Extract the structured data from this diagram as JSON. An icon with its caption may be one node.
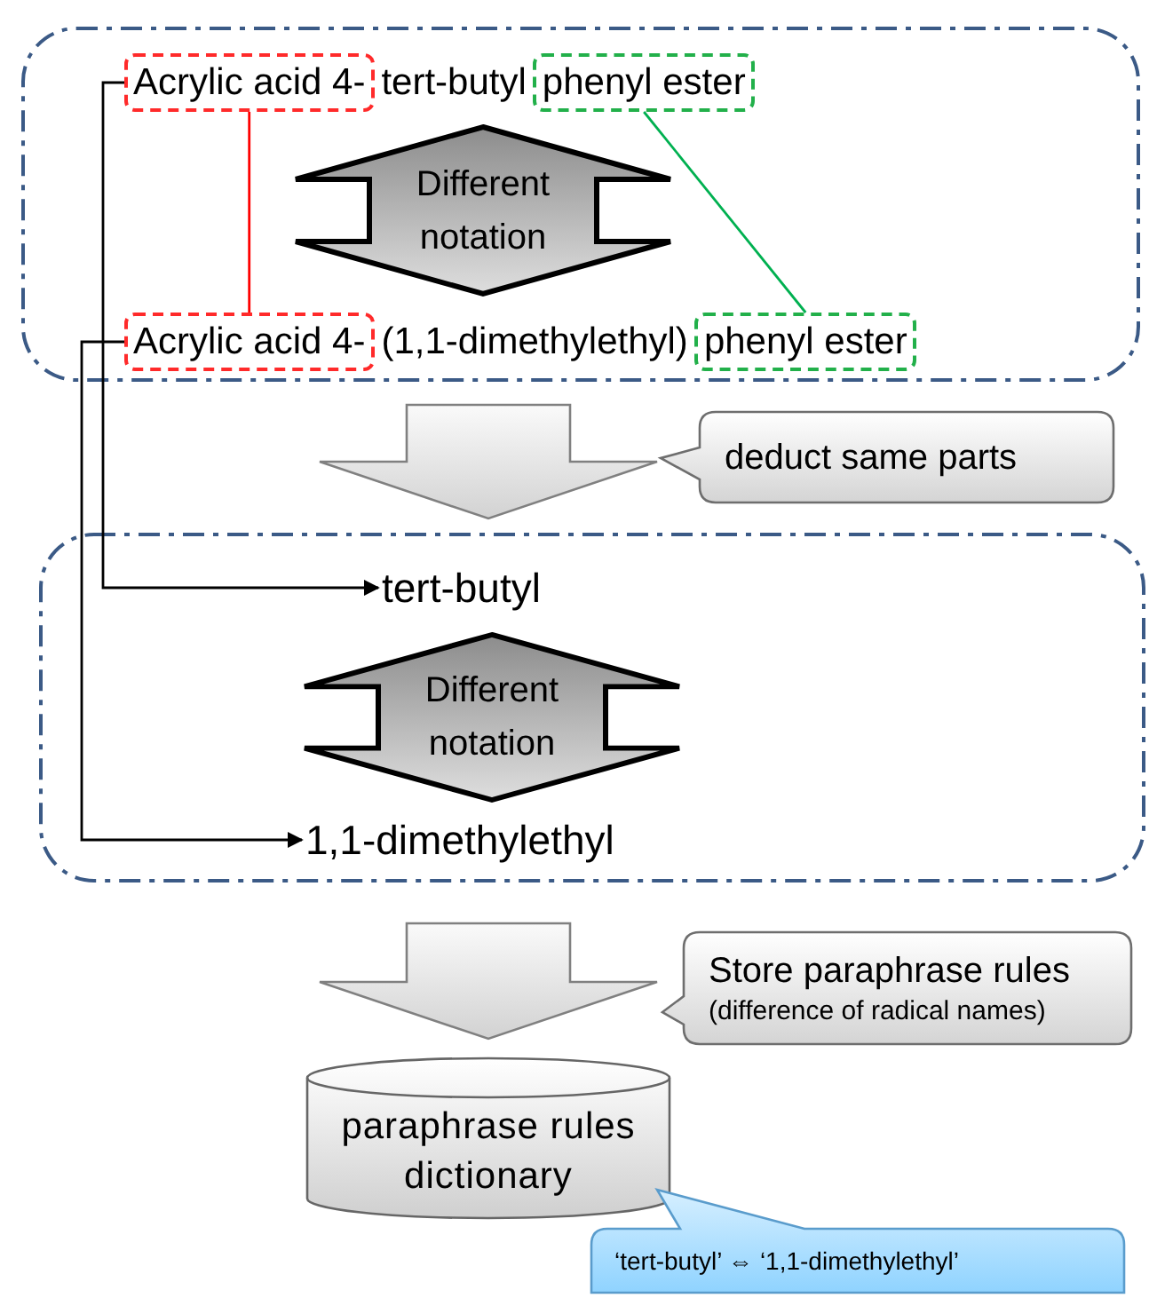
{
  "diagram": {
    "nodes": [
      {
        "text": [],
        "shape": "box"
      },
      {
        "text": [
          "Acrylic acid 4-"
        ],
        "in": 0
      },
      {
        "text": [
          "phenyl ester"
        ],
        "in": 0
      },
      {
        "text": [
          "Different notation"
        ],
        "in": 0
      },
      {
        "text": [
          "Acrylic acid 4-"
        ],
        "in": 0
      },
      {
        "text": [
          "phenyl ester"
        ],
        "in": 0
      },
      {
        "text": [
          "deduct same parts"
        ]
      },
      {
        "text": [],
        "shape": "box"
      },
      {
        "text": [
          "tert-butyl"
        ],
        "in": 7
      },
      {
        "text": [
          "Different notation"
        ],
        "in": 7
      },
      {
        "text": [
          "1,1-dimethylethyl"
        ],
        "in": 7
      },
      {
        "text": [
          "Store paraphrase rules",
          "(difference of radical names)"
        ]
      },
      {
        "text": [
          "paraphrase rules dictionary"
        ]
      },
      {
        "text": [
          "‘tert-butyl’ ⇔ ‘1,1-dimethylethyl’"
        ]
      }
    ],
    "edges": [
      {
        "from": 1,
        "to": 4,
        "arrow": "none",
        "color": "#ff0000"
      },
      {
        "from": 2,
        "to": 5,
        "arrow": "none",
        "color": "#00b050"
      },
      {
        "from": 1,
        "to": 8,
        "arrow": "to"
      },
      {
        "from": 4,
        "to": 10,
        "arrow": "to"
      },
      {
        "from": 0,
        "to": 7,
        "arrow": "to",
        "style": "thick"
      },
      {
        "from": 7,
        "to": 12,
        "arrow": "to",
        "style": "thick"
      }
    ],
    "labels": [
      "tert-butyl",
      "(1,1-dimethylethyl)"
    ]
  }
}
